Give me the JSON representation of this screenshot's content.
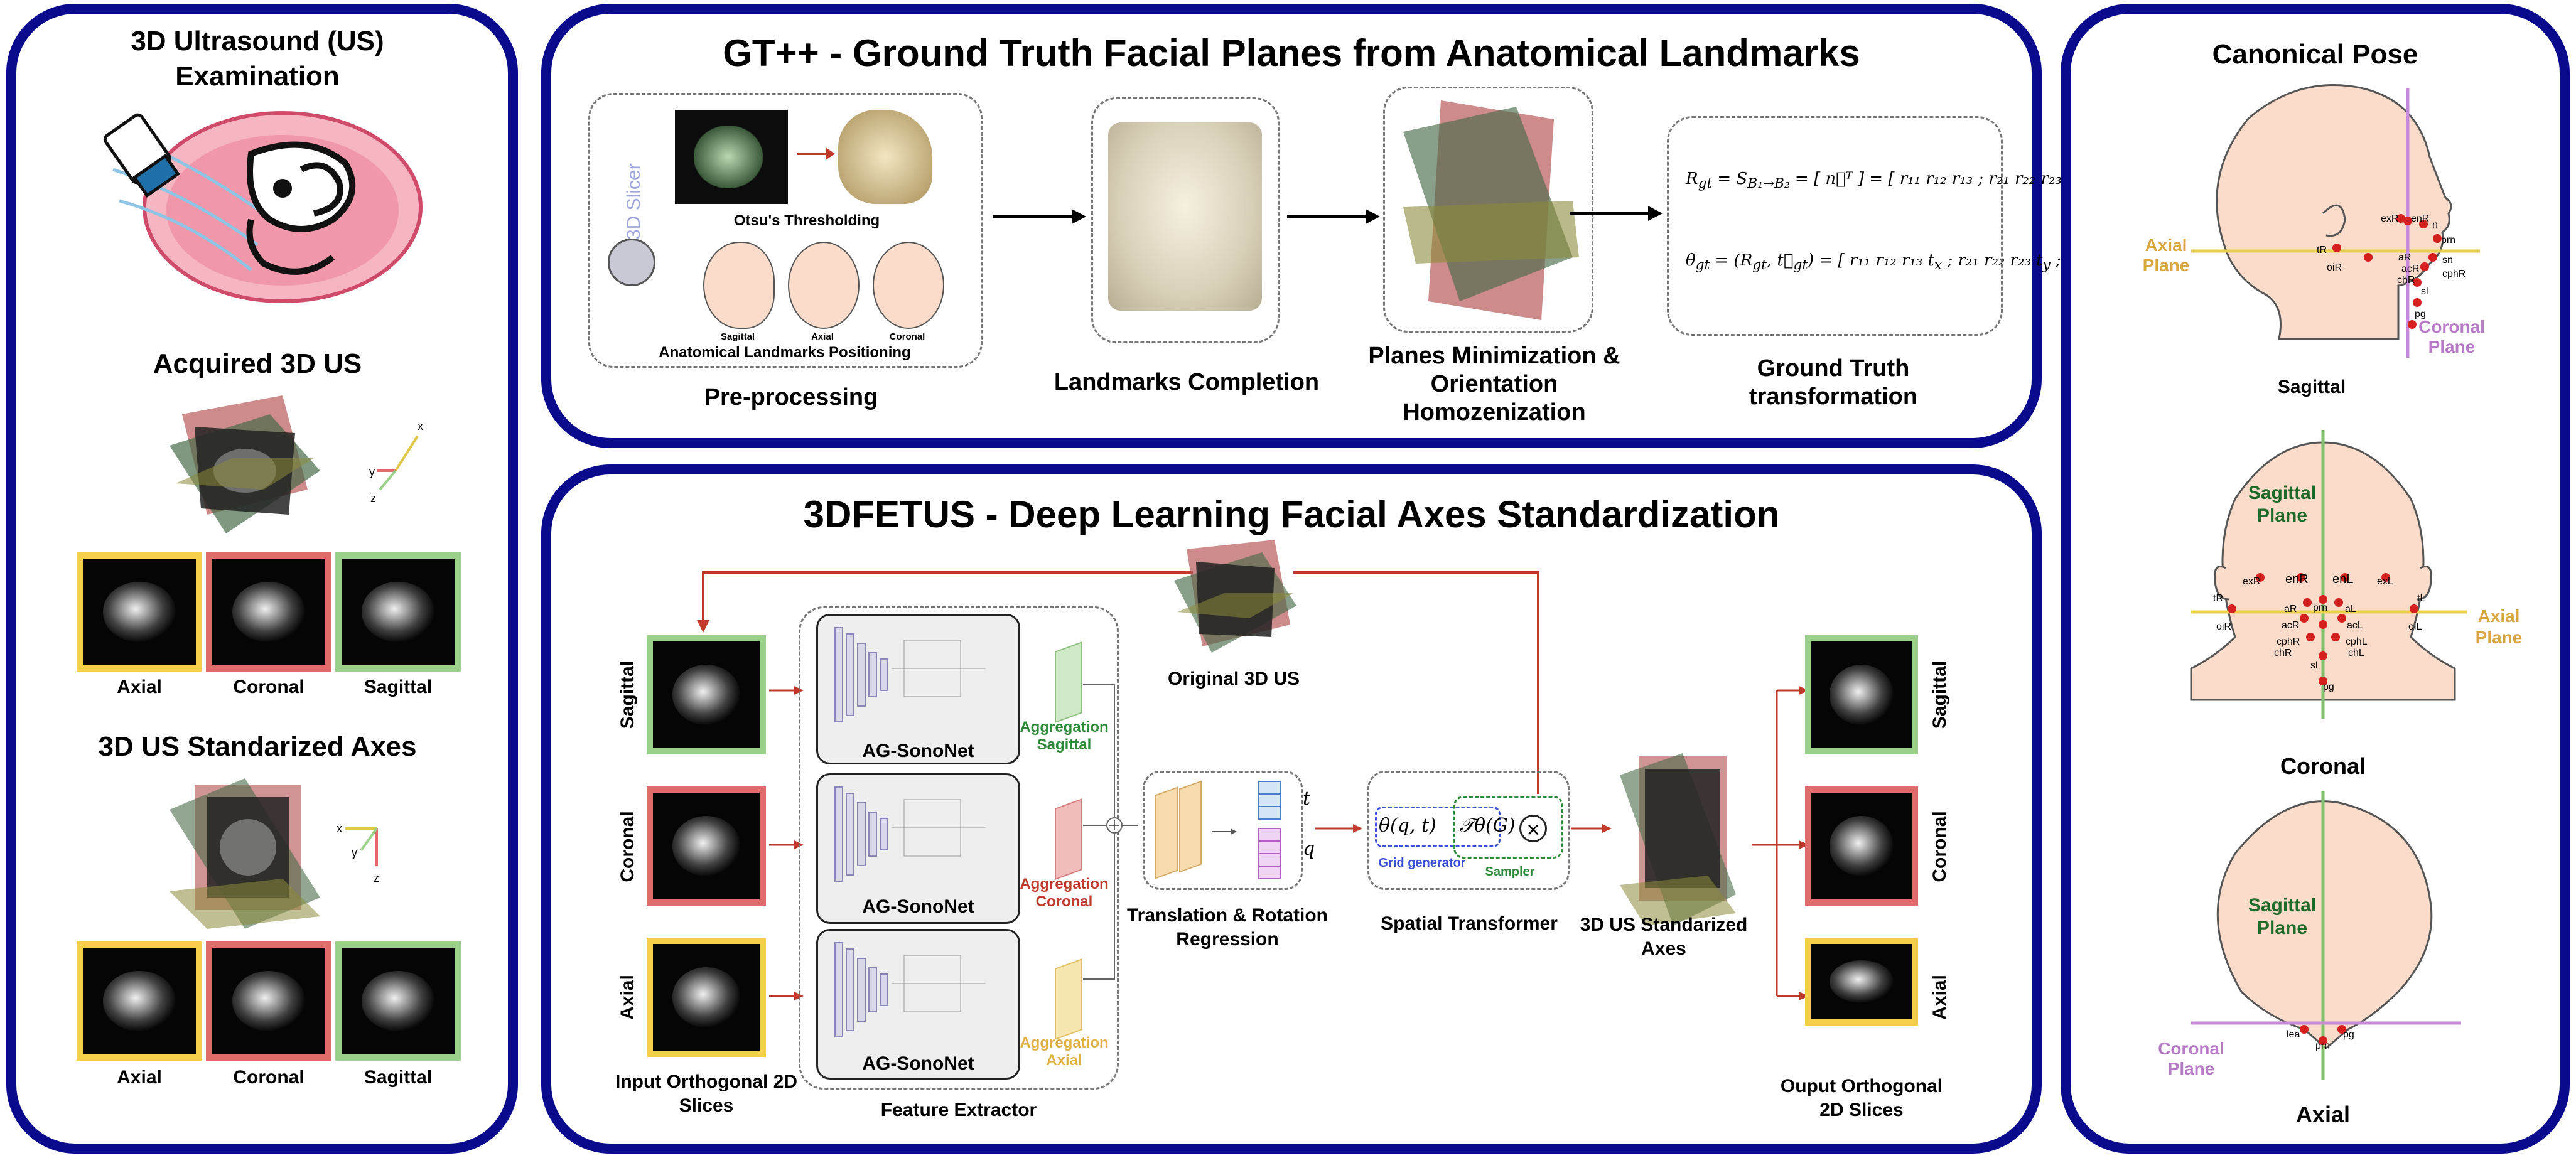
{
  "left_panel": {
    "title": "3D Ultrasound (US) Examination",
    "acquired_title": "Acquired 3D US",
    "standardized_title": "3D US Standarized Axes",
    "slice_labels": [
      "Axial",
      "Coronal",
      "Sagittal"
    ],
    "axes_letters": [
      "x",
      "y",
      "z"
    ]
  },
  "gt_panel": {
    "title": "GT++ - Ground Truth Facial Planes from Anatomical Landmarks",
    "software_label": "3D Slicer",
    "otsu_label": "Otsu's Thresholding",
    "landmarks_positioning_label": "Anatomical Landmarks Positioning",
    "preview_plane_labels": [
      "Sagittal",
      "Axial",
      "Coronal"
    ],
    "steps": [
      "Pre-processing",
      "Landmarks Completion",
      "Planes Minimization & Orientation Homozenization",
      "Ground Truth transformation"
    ]
  },
  "dl_panel": {
    "title": "3DFETUS - Deep Learning Facial Axes Standardization",
    "input_labels": [
      "Sagittal",
      "Coronal",
      "Axial"
    ],
    "input_caption": "Input Orthogonal 2D Slices",
    "network_name": "AG-SonoNet",
    "aggregation_labels": [
      "Aggregation Sagittal",
      "Aggregation Coronal",
      "Aggregation Axial"
    ],
    "feature_extractor_label": "Feature Extractor",
    "original_label": "Original 3D US",
    "regression_label": "Translation & Rotation Regression",
    "regression_outputs": [
      "t",
      "q"
    ],
    "grid_generator_label": "Grid generator",
    "sampler_label": "Sampler",
    "spatial_transformer_label": "Spatial Transformer",
    "theta_formula": "θ(q, t)",
    "transform_formula": "𝒯θ(G)",
    "standardized_label": "3D US Standarized Axes",
    "output_labels": [
      "Sagittal",
      "Coronal",
      "Axial"
    ],
    "output_caption": "Ouput Orthogonal 2D Slices"
  },
  "pose_panel": {
    "title": "Canonical Pose",
    "views": [
      "Sagittal",
      "Coronal",
      "Axial"
    ],
    "axial_plane_label": "Axial Plane",
    "coronal_plane_label": "Coronal Plane",
    "sagittal_plane_label": "Sagittal Plane",
    "sagittal_landmarks": [
      "exR",
      "enR",
      "n",
      "prn",
      "tR",
      "oiR",
      "sn",
      "aR",
      "acR",
      "cphR",
      "chR",
      "sl",
      "pg"
    ],
    "coronal_landmarks": [
      "exR",
      "enR",
      "enL",
      "exL",
      "tR",
      "tL",
      "aR",
      "aL",
      "oiR",
      "oiL",
      "acR",
      "acL",
      "cphR",
      "cphL",
      "chR",
      "chL",
      "prn",
      "sl",
      "pg"
    ],
    "axial_landmarks": [
      "lea",
      "pg",
      "prn"
    ]
  },
  "colors": {
    "frame": "#0a0a8c",
    "axial": "#f5cf4a",
    "coronal": "#e06b6b",
    "sagittal": "#9bd08a",
    "arrow": "#c0392b",
    "plane_axial_text": "#d9a640",
    "plane_coronal_text": "#b77ac6",
    "plane_sagittal_text": "#1f6b2a",
    "skin": "#fbdccb"
  }
}
